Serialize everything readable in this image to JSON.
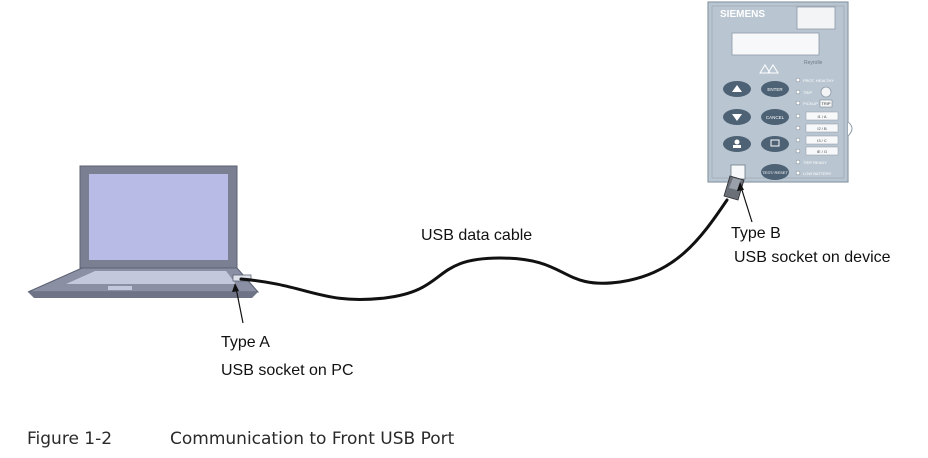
{
  "labels": {
    "cable": "USB data cable",
    "type_a": "Type A",
    "socket_pc": "USB socket on PC",
    "type_b": "Type B",
    "socket_device": "USB socket on device"
  },
  "caption": {
    "number": "Figure 1-2",
    "title": "Communication to Front USB Port"
  },
  "device": {
    "brand": "SIEMENS",
    "model": "Reyrolle",
    "buttons": {
      "enter": "ENTER",
      "cancel": "CANCEL",
      "test_reset": "TEST/ RESET"
    },
    "indicators": [
      "PROT. HEALTHY",
      "TRIP",
      "PICKUP",
      "TRIP READY",
      "LOW BATTERY"
    ],
    "trip_tag": "TRIP",
    "slots": [
      "I1 / A",
      "I2 / B",
      "I3 / C",
      "IE / G"
    ]
  },
  "colors": {
    "laptop_frame": "#7a7f92",
    "laptop_screen": "#b7bbe6",
    "laptop_base": "#8a8fa3",
    "device_panel": "#b9c6d1",
    "device_button": "#4e6275",
    "cable": "#111111"
  }
}
